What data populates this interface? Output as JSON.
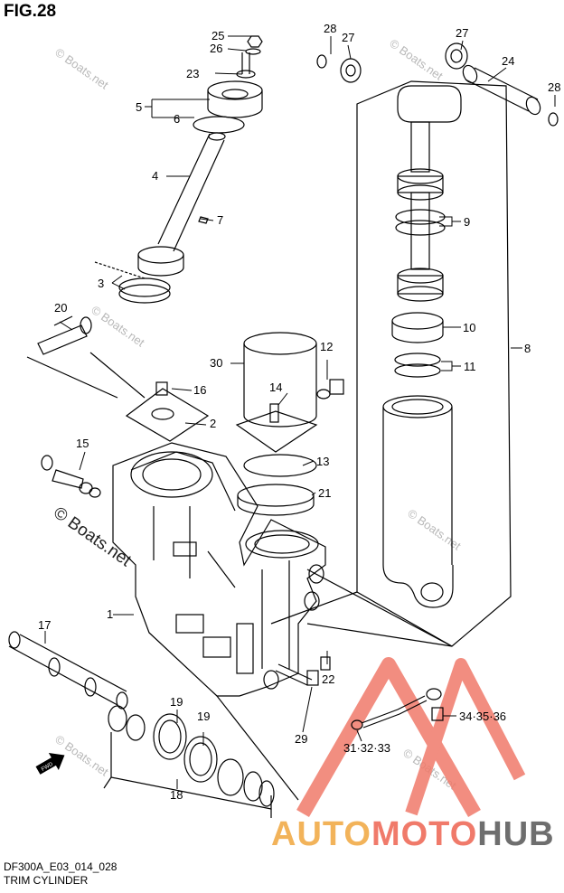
{
  "figure": {
    "title": "FIG.28"
  },
  "callouts": [
    "1",
    "2",
    "3",
    "4",
    "5",
    "6",
    "7",
    "8",
    "9",
    "10",
    "11",
    "12",
    "13",
    "14",
    "15",
    "16",
    "17",
    "18",
    "19",
    "19",
    "20",
    "21",
    "22",
    "23",
    "24",
    "25",
    "26",
    "27",
    "27",
    "28",
    "28",
    "29",
    "30",
    "31·32·33",
    "34·35·36"
  ],
  "watermarks": {
    "main": "© Boats.net",
    "small": "© Boats.net"
  },
  "footer": {
    "code": "DF300A_E03_014_028",
    "name": "TRIM CYLINDER"
  },
  "brand": {
    "part_a": "AUTO",
    "part_b": "MOTO",
    "part_c": "HUB"
  },
  "icons": {
    "fwd": "fwd-arrow-icon",
    "logo": "automotohub-triangle-logo"
  },
  "colors": {
    "line": "#000000",
    "logo_red": "#f07a6a",
    "logo_orange": "#f2b35a",
    "logo_gray": "#6e6e6e",
    "watermark": "#b8b8b8"
  }
}
